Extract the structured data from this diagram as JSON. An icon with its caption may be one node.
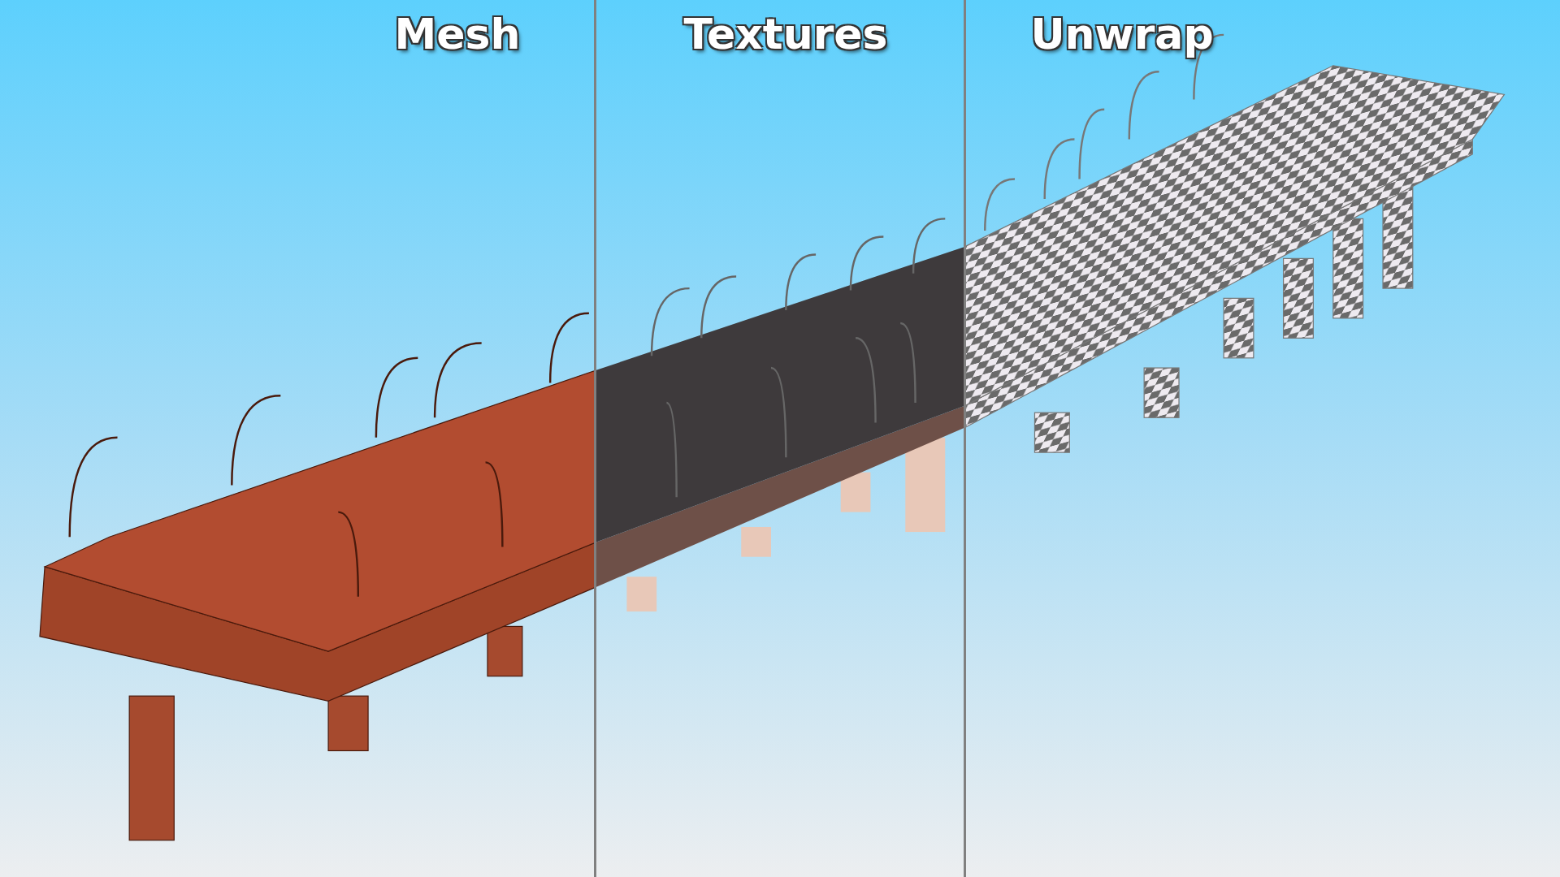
{
  "diagram": {
    "labels": [
      "Mesh",
      "Textures",
      "Unwrap"
    ]
  }
}
